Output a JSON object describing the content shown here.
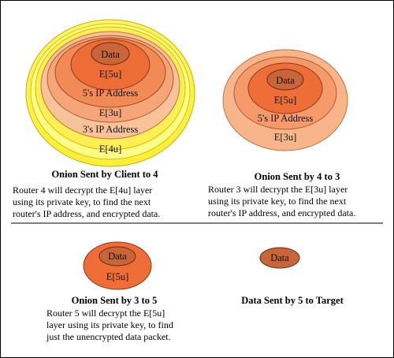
{
  "colors": {
    "yellow_outer": "#ffff99",
    "yellow_ring": "#ffee44",
    "peach": "#f9b58a",
    "orange_mid": "#f59a6a",
    "orange": "#ef6d37",
    "data_core": "#c8663a",
    "stroke": "#8a3a1a"
  },
  "onions": [
    {
      "title": "Onion Sent by Client to 4",
      "description": [
        "Router 4 will decrypt the E[4u] layer",
        "using its private key, to find the next",
        "router's IP address, and encrypted data."
      ],
      "layers": [
        "Data",
        "E[5u]",
        "5's IP Address",
        "E[3u]",
        "3's IP Address",
        "E[4u]"
      ]
    },
    {
      "title": "Onion Sent by 4 to 3",
      "description": [
        "Router 3 will decrypt the E[3u] layer",
        "using its private key, to find the next",
        "router's IP address, and encrypted data."
      ],
      "layers": [
        "Data",
        "E[5u]",
        "5's IP Address",
        "E[3u]"
      ]
    },
    {
      "title": "Onion Sent by 3 to 5",
      "description": [
        "Router 5 will decrypt the E[5u]",
        "layer using its private key, to find",
        "just the unencrypted data packet."
      ],
      "layers": [
        "Data",
        "E[5u]"
      ]
    },
    {
      "title": "Data Sent by 5 to Target",
      "layers": [
        "Data"
      ]
    }
  ]
}
